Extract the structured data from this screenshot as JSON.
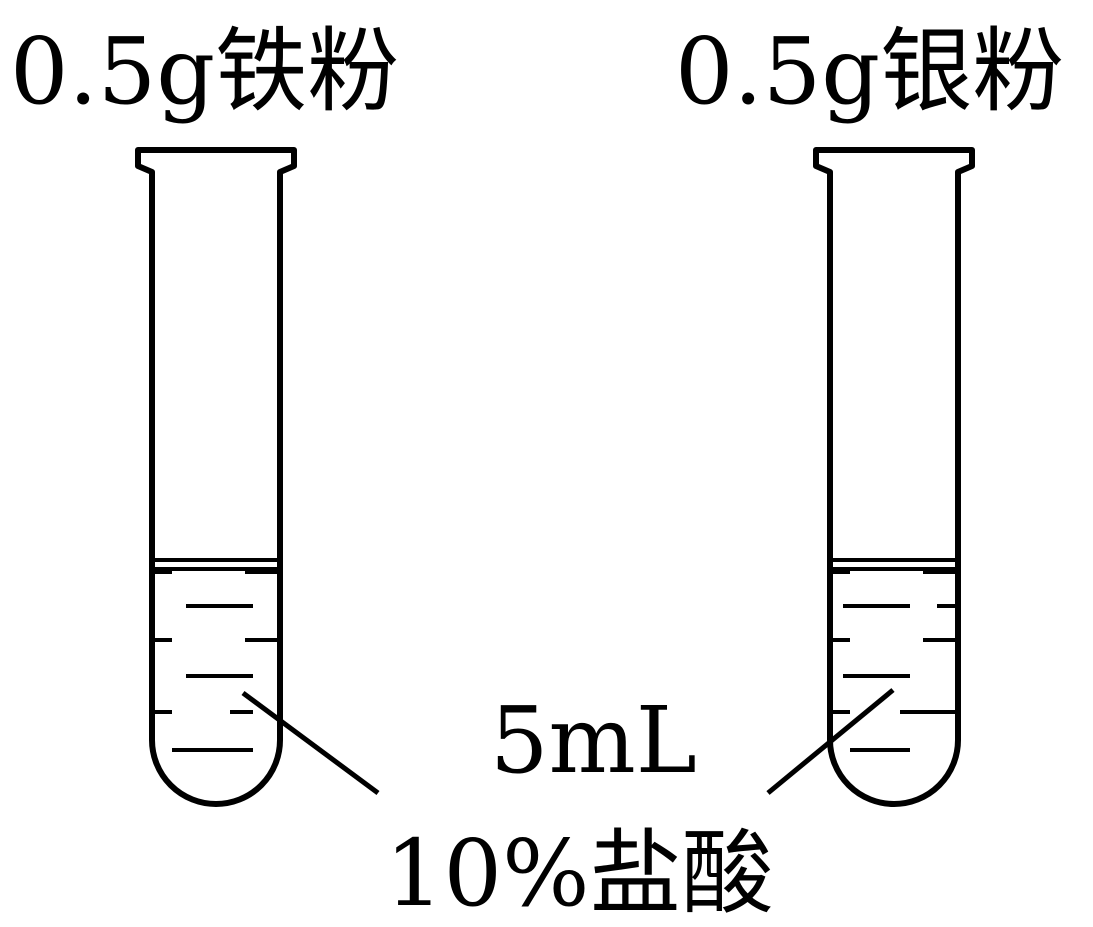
{
  "labels": {
    "left_tube": "0.5g铁粉",
    "right_tube": "0.5g银粉",
    "volume": "5mL",
    "solution": "10%盐酸"
  },
  "colors": {
    "ink": "#000000",
    "background": "#ffffff"
  }
}
